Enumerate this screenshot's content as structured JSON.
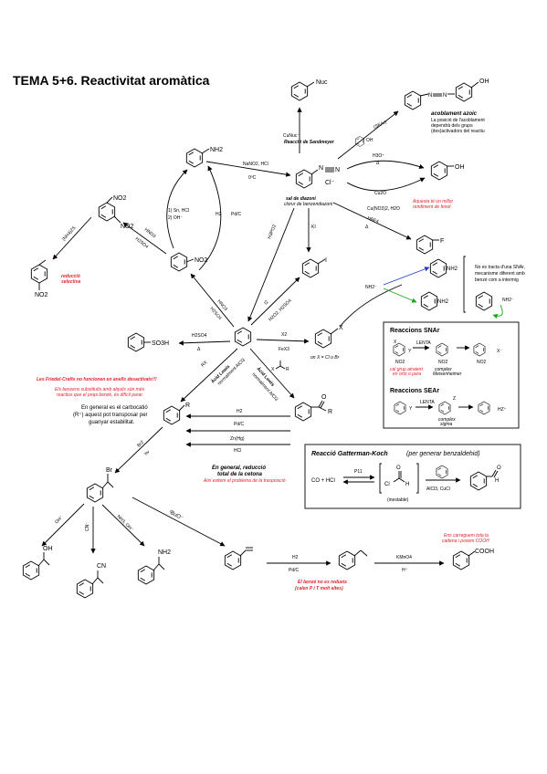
{
  "title": "TEMA 5+6. Reactivitat aromàtica",
  "labels": {
    "nuc": "Nuc",
    "oh": "OH",
    "nh2": "NH2",
    "no2": "NO2",
    "n2": "N",
    "cl_minus": "Cl⁻",
    "i": "I",
    "f": "F",
    "so3h": "SO3H",
    "x": "X",
    "r": "R",
    "br": "Br",
    "cn": "CN",
    "cooh": "COOH",
    "h": "H",
    "cl": "Cl",
    "o": "O",
    "y": "Y",
    "hz": "HZ⁺",
    "z": "Z",
    "xminus": "X⁻"
  },
  "reagents": {
    "cu_nuc": "CuNuc⁻",
    "sandmeyer": "Reacció de Sandmeyer",
    "phenol_coupling": "(SEAr)",
    "nano2": "NaNO2, HCl",
    "zero_c": "0ºC",
    "diazoni": "sal de diazoni",
    "diazoni_sub": "clorur de benzendiazoni",
    "h3o": "H3O⁺",
    "delta": "Δ",
    "cu2o": "Cu2O",
    "cuno3": "Cu(NO3)2, H2O",
    "hbf4": "HBF4",
    "ki": "KI",
    "h3po2": "H3PO2",
    "sn_hcl": "1) Sn, HCl",
    "oh_minus": "2) OH⁻",
    "h2": "H2",
    "pdc": "Pd/C",
    "hno3": "HNO3",
    "h2so4": "H2SO4",
    "nh4s": "(NH4)2S",
    "i2": "I2",
    "h2o2": "H2O2, H2SO4",
    "x2": "X2",
    "fex3": "FeX3",
    "x_eq": "on X = Cl o Br",
    "rx": "RX",
    "lewis": "Àcid Lewis",
    "lewis_sub": "normalment AlCl3",
    "acyl": "X",
    "zn_hg": "Zn(Hg)",
    "hcl": "HCl",
    "br2": "Br2",
    "hv": "hν",
    "oh_red": "OH⁻",
    "cn_red": "CN⁻",
    "nh3": "NH3, OH⁻",
    "tbuo": "ᵗBuO⁻",
    "kmno4": "KMnO4",
    "hplus": "H⁺",
    "nh2minus": "NH2⁻",
    "p11": "P11",
    "alcl3": "AlCl3, CuCl"
  },
  "notes": {
    "azoic_title": "acoblament azoic",
    "azoic_body": [
      "La posició de l'acoblament",
      "dependrà dels grups",
      "(des)activadors del reactiu"
    ],
    "phenol_better": [
      "Aquesta té un millor",
      "rendiment de fenol"
    ],
    "selective": [
      "reducció",
      "selectiva"
    ],
    "sn_ar_note": [
      "No es tracta d'una SNAr,",
      "mecanisme diferent amb",
      "benzè com a intermig"
    ],
    "fc_warning": "Les Friedel-Crafts no funcionen en anells desactivats!!!",
    "fc_alkyl": [
      "Els benzens substituïts amb alquils són més",
      "reactius que el propi benzè, és difícil parar."
    ],
    "carbocation": [
      "En general es el carbocatió",
      "(R⁺) aquest pot transposar per",
      "guanyar estabilitat."
    ],
    "reduction_title": [
      "En general, reducció",
      "total de la cetona"
    ],
    "reduction_sub": "Així evitem el problema de la trasposició",
    "not_reduced": [
      "El benzè no es redueix",
      "(calen P i T molt altes)"
    ],
    "cooh_note": [
      "Ens carreguem tota la",
      "cadena i posem COOH"
    ],
    "gk_title": "Reacció Gatterman-Koch",
    "gk_sub": "(per generar benzaldehid)",
    "co_hcl": "CO + HCl",
    "inestable": "(inestable)",
    "snar_title": "Reaccions SNAr",
    "sear_title": "Reaccions SEAr",
    "lenta": "LENTA",
    "snar_note": [
      "cal grup atraient",
      "en orto o para"
    ],
    "meisenheimer": [
      "complex",
      "Meisenheimer"
    ],
    "sigma": [
      "complex",
      "sigma"
    ]
  },
  "colors": {
    "red_note": "#e41e26",
    "blue_arrow": "#1f3fbf",
    "green_arrow": "#1aa31a"
  }
}
